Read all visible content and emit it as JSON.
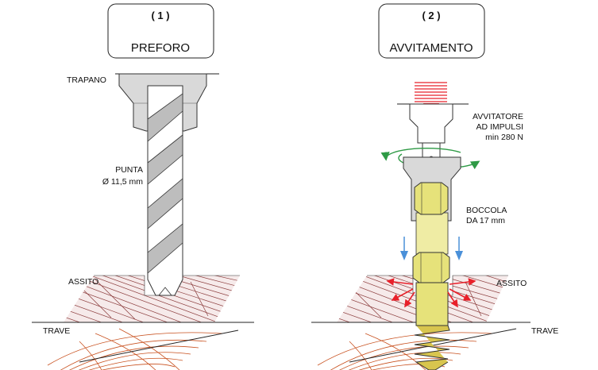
{
  "panels": [
    {
      "number": "( 1 )",
      "title": "PREFORO",
      "labels": {
        "drill": "TRAPANO",
        "bit_line1": "PUNTA",
        "bit_line2": "Ø 11,5 mm",
        "deck": "ASSITO",
        "beam": "TRAVE"
      }
    },
    {
      "number": "( 2 )",
      "title": "AVVITAMENTO",
      "labels": {
        "driver_line1": "AVVITATORE",
        "driver_line2": "AD IMPULSI",
        "driver_line3": "min 280 N",
        "socket_line1": "BOCCOLA",
        "socket_line2": "DA 17 mm",
        "deck": "ASSITO",
        "beam": "TRAVE"
      }
    }
  ],
  "colors": {
    "wood_grain": "#8a3b3b",
    "tool_gray": "#d9d9d9",
    "bolt_yellow": "#e6e27a",
    "force_red": "#e8202a",
    "rotation_green": "#2e9a45",
    "motion_blue": "#4a90d9"
  }
}
